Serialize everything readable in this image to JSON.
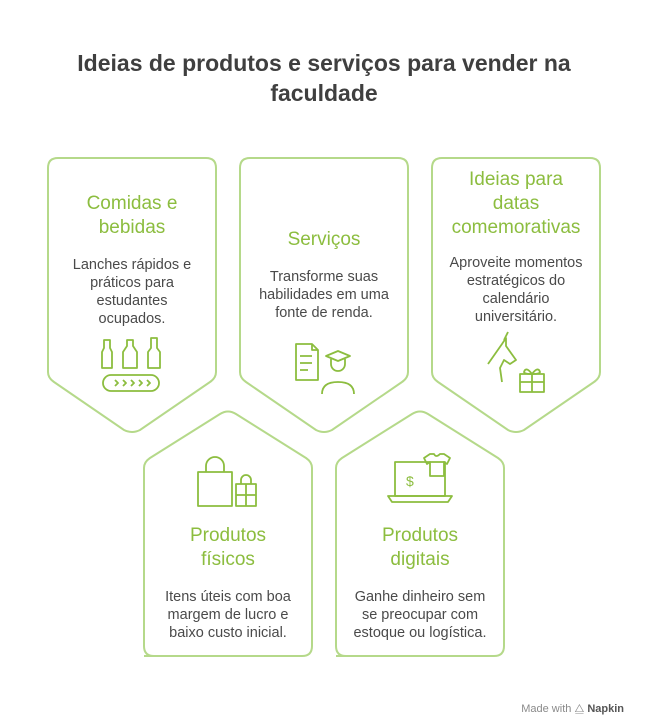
{
  "title_line1": "Ideias de produtos e serviços para vender na",
  "title_line2": "faculdade",
  "cards": [
    {
      "title_lines": [
        "Comidas e",
        "bebidas"
      ],
      "desc_lines": [
        "Lanches rápidos e",
        "práticos para",
        "estudantes",
        "ocupados."
      ]
    },
    {
      "title_lines": [
        "Serviços"
      ],
      "desc_lines": [
        "Transforme suas",
        "habilidades em uma",
        "fonte de renda."
      ]
    },
    {
      "title_lines": [
        "Ideias para",
        "datas",
        "comemorativas"
      ],
      "desc_lines": [
        "Aproveite momentos",
        "estratégicos do",
        "calendário",
        "universitário."
      ]
    },
    {
      "title_lines": [
        "Produtos",
        "físicos"
      ],
      "desc_lines": [
        "Itens úteis com boa",
        "margem de lucro e",
        "baixo custo inicial."
      ]
    },
    {
      "title_lines": [
        "Produtos",
        "digitais"
      ],
      "desc_lines": [
        "Ganhe dinheiro sem",
        "se preocupar com",
        "estoque ou logística."
      ]
    }
  ],
  "icons": [
    "bottles-conveyor-icon",
    "certificate-graduate-icon",
    "unicorn-gift-icon",
    "shopping-bags-icon",
    "laptop-tshirt-icon"
  ],
  "colors": {
    "accent": "#8cbd3f",
    "outline": "#b5d98a",
    "text": "#4a4a4a",
    "title": "#3f3f3f"
  },
  "footer": {
    "made_with": "Made with",
    "brand": "Napkin"
  }
}
